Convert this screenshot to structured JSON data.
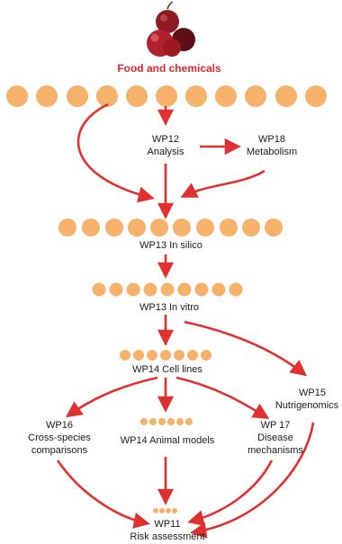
{
  "title": "Food and chemicals",
  "colors": {
    "dot": "#f6b16b",
    "arrow": "#e03131",
    "title": "#e0282e",
    "text": "#1a1a1a"
  },
  "icon": "apples-icon",
  "nodes": {
    "wp12": {
      "l1": "WP12",
      "l2": "Analysis"
    },
    "wp18": {
      "l1": "WP18",
      "l2": "Metabolism"
    },
    "wp13a": {
      "l1": "WP13 In silico"
    },
    "wp13b": {
      "l1": "WP13 In vitro"
    },
    "wp14a": {
      "l1": "WP14 Cell lines"
    },
    "wp15": {
      "l1": "WP15",
      "l2": "Nutrigenomics"
    },
    "wp16": {
      "l1": "WP16",
      "l2": "Cross-species",
      "l3": "comparisons"
    },
    "wp14b": {
      "l1": "WP14 Animal models"
    },
    "wp17": {
      "l1": "WP 17",
      "l2": "Disease",
      "l3": "mechanisms"
    },
    "wp11": {
      "l1": "WP11",
      "l2": "Risk assessment"
    }
  }
}
